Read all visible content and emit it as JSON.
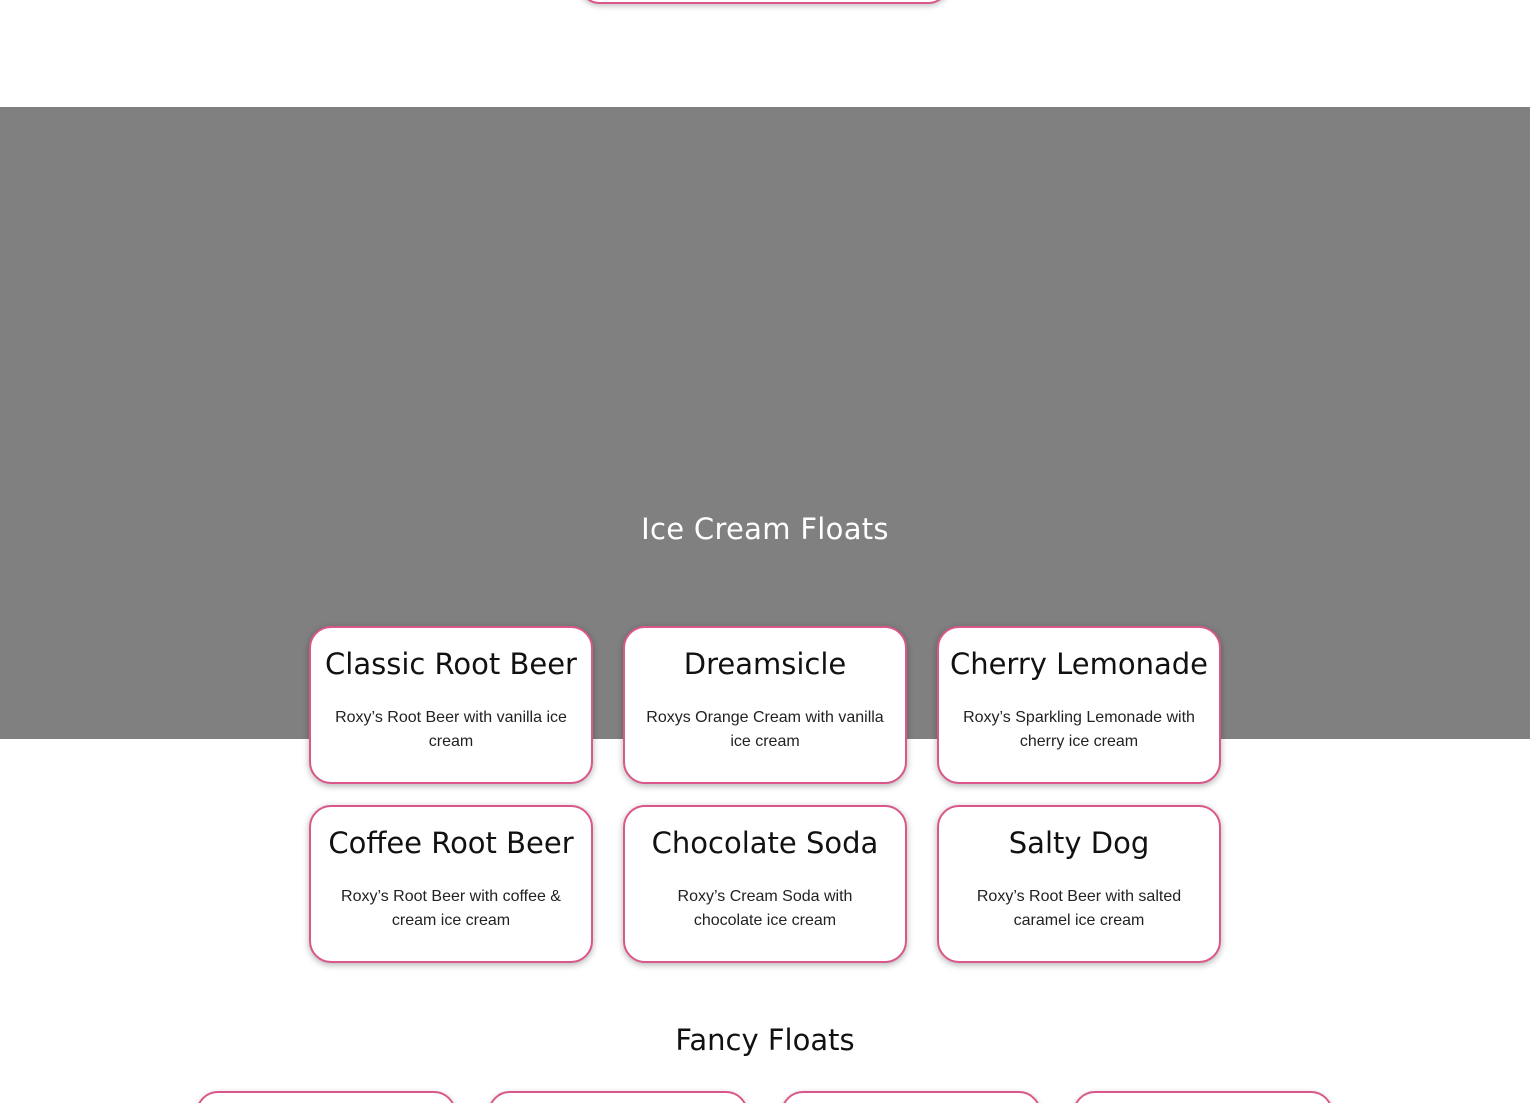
{
  "colors": {
    "hero_background": "#808080",
    "card_border": "#d9578a",
    "page_background": "#ffffff"
  },
  "hero": {
    "title": "Ice Cream Floats"
  },
  "floats": [
    {
      "name": "Classic Root Beer",
      "description": "Roxy’s Root Beer with vanilla ice cream"
    },
    {
      "name": "Dreamsicle",
      "description": "Roxys Orange Cream with vanilla ice cream"
    },
    {
      "name": "Cherry Lemonade",
      "description": "Roxy’s Sparkling Lemonade with cherry ice cream"
    },
    {
      "name": "Coffee Root Beer",
      "description": "Roxy’s Root Beer with coffee & cream ice cream"
    },
    {
      "name": "Chocolate Soda",
      "description": "Roxy’s Cream Soda with chocolate ice cream"
    },
    {
      "name": "Salty Dog",
      "description": "Roxy’s Root Beer with salted caramel ice cream"
    }
  ],
  "fancy_section": {
    "title": "Fancy Floats"
  }
}
